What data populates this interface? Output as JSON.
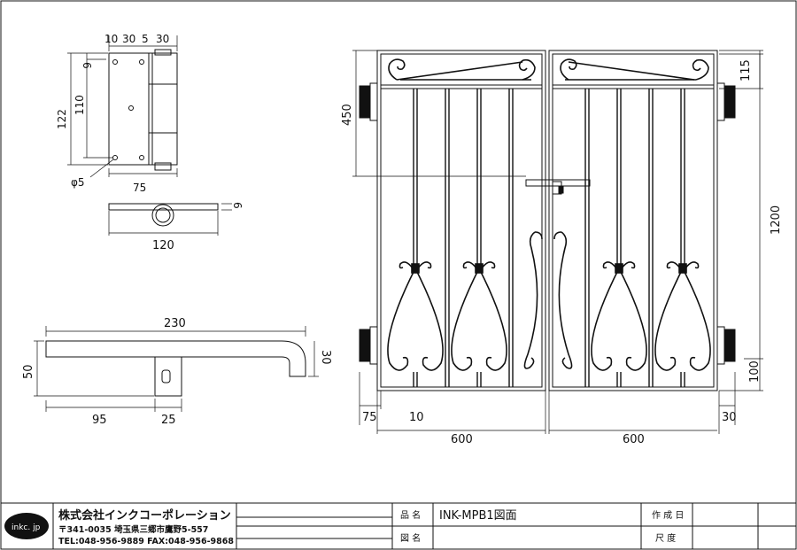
{
  "hinge": {
    "dims": {
      "d10": "10",
      "d30": "30",
      "d5": "5",
      "d30b": "30",
      "d6": "6",
      "d110": "110",
      "d122": "122",
      "d75": "75",
      "hole": "φ5",
      "d6b": "6",
      "d120": "120"
    }
  },
  "handle": {
    "dims": {
      "d230": "230",
      "d50": "50",
      "d30": "30",
      "d95": "95",
      "d25": "25"
    }
  },
  "gate": {
    "dims": {
      "d450": "450",
      "d115": "115",
      "d1200": "1200",
      "d100": "100",
      "d75": "75",
      "d10": "10",
      "d30": "30",
      "d600a": "600",
      "d600b": "600"
    }
  },
  "title_block": {
    "logo": "inkc. jp",
    "company": "株式会社インクコーポレーション",
    "address": "〒341-0035 埼玉県三郷市鷹野5-557",
    "contact": "TEL:048-956-9889  FAX:048-956-9868",
    "product_label": "品 名",
    "product_value": "INK-MPB1図面",
    "drawing_label": "図 名",
    "date_label": "作 成 日",
    "scale_label": "尺 度"
  },
  "colors": {
    "line": "#111111",
    "background": "#ffffff"
  }
}
